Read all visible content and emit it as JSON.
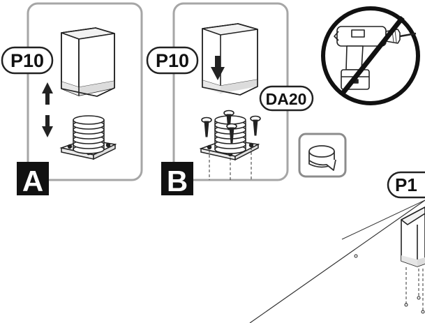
{
  "panel_a": {
    "part_label": "P10",
    "step_letter": "A"
  },
  "panel_b": {
    "part_label": "P10",
    "screw_label": "DA20",
    "step_letter": "B"
  },
  "icons": {
    "no_drill": "no-power-drill-icon",
    "tape": "adhesive-tape-icon"
  },
  "assembly": {
    "part_label": "P1"
  }
}
